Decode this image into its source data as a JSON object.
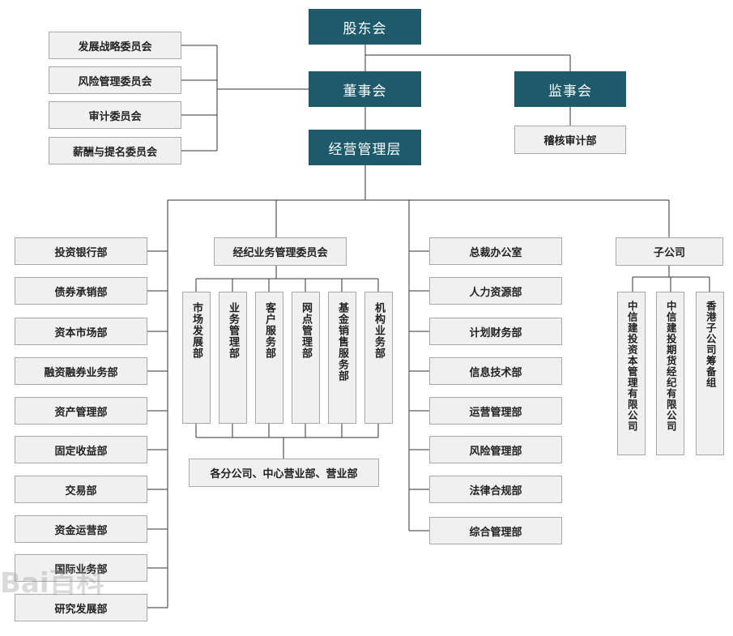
{
  "top": {
    "shareholders": "股东会",
    "board": "董事会",
    "supervisors": "监事会",
    "management": "经营管理层",
    "audit_dept": "稽核审计部"
  },
  "committees": [
    "发展战略委员会",
    "风险管理委员会",
    "审计委员会",
    "薪酬与提名委员会"
  ],
  "left_departments": [
    "投资银行部",
    "债券承销部",
    "资本市场部",
    "融资融券业务部",
    "资产管理部",
    "固定收益部",
    "交易部",
    "资金运营部",
    "国际业务部",
    "研究发展部"
  ],
  "brokerage": {
    "title": "经纪业务管理委员会",
    "units": [
      "市场发展部",
      "业务管理部",
      "客户服务部",
      "网点管理部",
      "基金销售服务部",
      "机构业务部"
    ],
    "branches": "各分公司、中心营业部、营业部"
  },
  "right_departments": [
    "总裁办公室",
    "人力资源部",
    "计划财务部",
    "信息技术部",
    "运营管理部",
    "风险管理部",
    "法律合规部",
    "综合管理部"
  ],
  "subsidiaries": {
    "title": "子公司",
    "items": [
      "中信建投资本管理有限公司",
      "中信建投期货经纪有限公司",
      "香港子公司筹备组"
    ]
  },
  "watermark": "Bai百科"
}
